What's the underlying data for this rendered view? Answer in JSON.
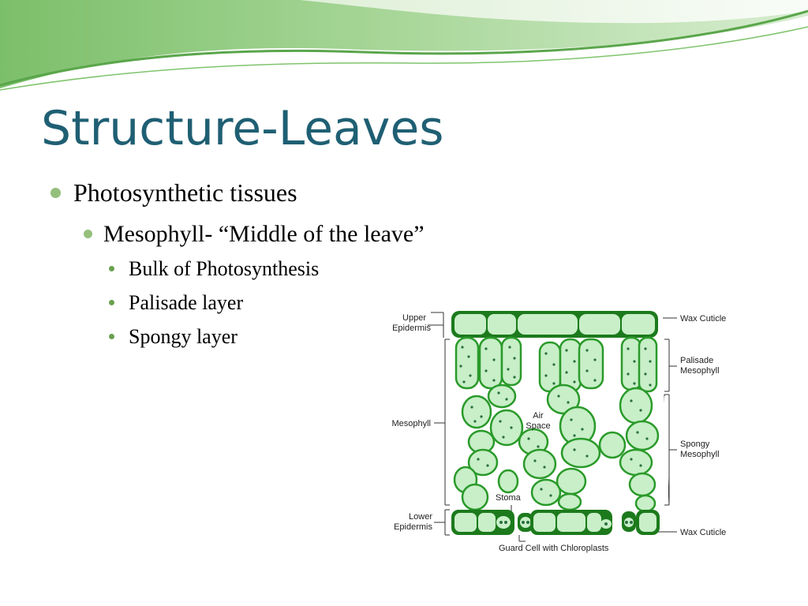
{
  "slide": {
    "title": "Structure-Leaves",
    "bullets": {
      "l1": "Photosynthetic tissues",
      "l2": "Mesophyll- “Middle of the leave”",
      "l3": [
        "Bulk of Photosynthesis",
        "Palisade layer",
        "Spongy layer"
      ]
    }
  },
  "diagram": {
    "labels": {
      "upper_epidermis": [
        "Upper",
        "Epidermis"
      ],
      "mesophyll": "Mesophyll",
      "lower_epidermis": [
        "Lower",
        "Epidermis"
      ],
      "wax_cuticle_top": "Wax Cuticle",
      "palisade_mesophyll": [
        "Palisade",
        "Mesophyll"
      ],
      "spongy_mesophyll": [
        "Spongy",
        "Mesophyll"
      ],
      "wax_cuticle_bottom": "Wax Cuticle",
      "air_space": [
        "Air",
        "Space"
      ],
      "stoma": "Stoma",
      "guard_cell": "Guard Cell with Chloroplasts"
    }
  },
  "colors": {
    "title": "#1f5f73",
    "bullet": "#94c07c",
    "cell_fill": "#c8efc8",
    "cell_stroke": "#2a9a2a",
    "cuticle": "#1c7a1c"
  }
}
